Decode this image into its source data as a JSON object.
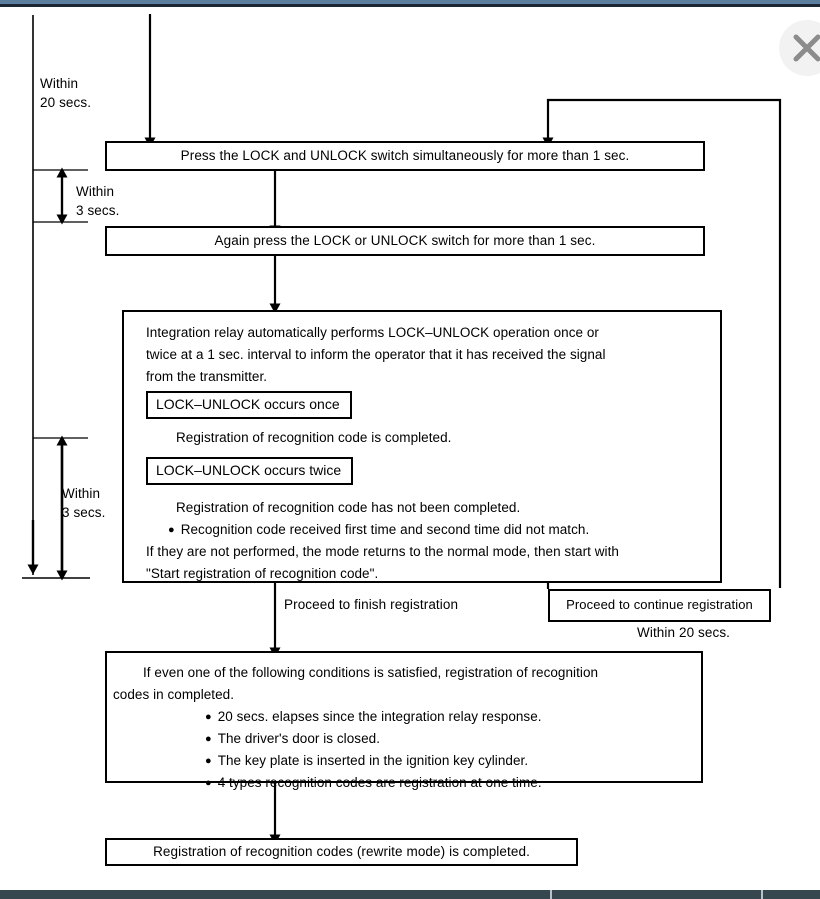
{
  "window": {
    "close_icon": "close-icon",
    "topbar_color": "#5d7f9e",
    "bottombar_color": "#37474f",
    "ink_color": "#000000"
  },
  "diagram": {
    "type": "flowchart",
    "title": "Registration of recognition codes (rewrite mode)",
    "timing_labels": [
      {
        "id": "within-20-secs",
        "text": "Within\n20 secs."
      },
      {
        "id": "within-3-secs-top",
        "text": "Within\n3 secs."
      },
      {
        "id": "within-3-secs-lower",
        "text": "Within\n3 secs."
      },
      {
        "id": "within-20-secs-return",
        "text": "Within 20 secs."
      }
    ],
    "steps": [
      {
        "id": "press-lock-unlock",
        "text": "Press the LOCK and UNLOCK switch simultaneously for more than 1 sec."
      },
      {
        "id": "again-press-lock-unlock",
        "text": "Again press the LOCK or UNLOCK switch for more than 1 sec."
      }
    ],
    "relay_block": {
      "id": "integration-relay-block",
      "intro": [
        "Integration relay automatically performs LOCK–UNLOCK operation once or",
        "twice at a 1 sec. interval to inform the operator that it has received the signal",
        "from the transmitter."
      ],
      "case_once_label": "LOCK–UNLOCK occurs once",
      "case_once_result": "Registration of recognition code is completed.",
      "case_twice_label": "LOCK–UNLOCK occurs twice",
      "case_twice_result": "Registration of recognition code has not been completed.",
      "case_twice_bullet": "Recognition code received first time and second time did not match.",
      "footer": [
        "If they are not performed, the mode returns to the normal mode, then start with",
        "\"Start registration of recognition code\"."
      ]
    },
    "branch_labels": {
      "finish": "Proceed to finish registration",
      "continue": "Proceed to continue registration"
    },
    "conditions_block": {
      "id": "finish-conditions-block",
      "intro": [
        "If even one of the following conditions is satisfied, registration of recognition",
        "codes in completed."
      ],
      "bullets": [
        "20 secs. elapses since the integration relay response.",
        "The driver's door is closed.",
        "The key plate is inserted in the ignition key cylinder.",
        "4 types recognition codes are registration at one time."
      ]
    },
    "final_step": {
      "id": "registration-completed",
      "text": "Registration of recognition codes (rewrite mode) is completed."
    },
    "bullet_glyph": "●"
  }
}
